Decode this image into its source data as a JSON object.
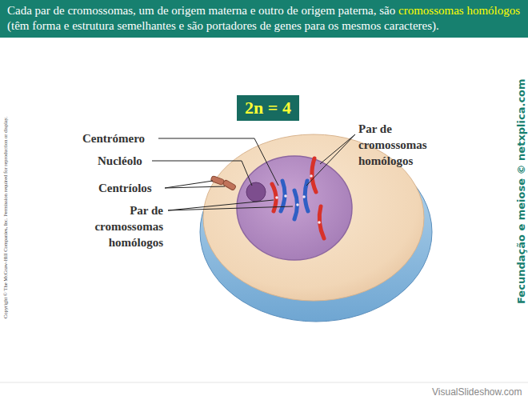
{
  "diagram": {
    "title": "Cada par de cromossomas, um de origem materna e outro de origem paterna, são cromossomas homólogos (têm forma e estrutura semelhantes e são portadores de genes para os mesmos caracteres).",
    "nodes": [
      {
        "text": [
          "2n = 4"
        ]
      }
    ],
    "labels": [
      "Centrómero",
      "Nucléolo",
      "Centríolos",
      "Par de cromossomas homólogos",
      "Par de cromossomas homólogos",
      "Copyright © The McGraw-Hill Companies, Inc. Permission required for reproduction or display.",
      "Fecundação e meiose © netxplica.com",
      "VisualSlideshow.com"
    ]
  }
}
